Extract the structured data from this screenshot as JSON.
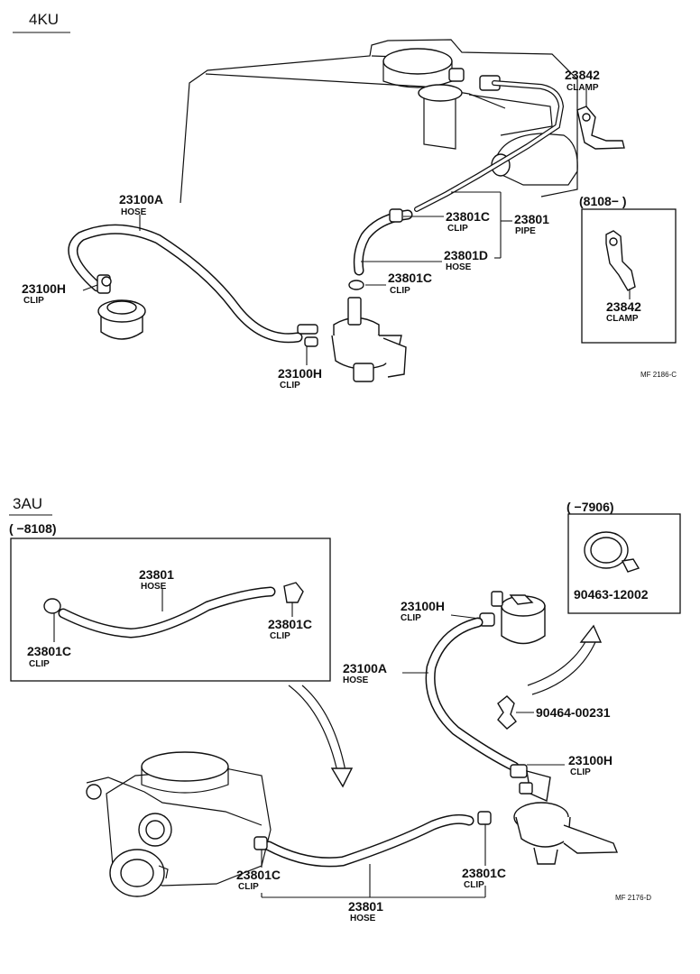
{
  "sections": {
    "top": {
      "title": "4KU",
      "code": "MF 2186-C"
    },
    "bottom": {
      "title": "3AU",
      "code": "MF 2176-D"
    }
  },
  "top_labels": {
    "l23842a": {
      "pn": "23842",
      "nm": "CLAMP"
    },
    "l23100a": {
      "pn": "23100A",
      "nm": "HOSE"
    },
    "l23801c1": {
      "pn": "23801C",
      "nm": "CLIP"
    },
    "l23801": {
      "pn": "23801",
      "nm": "PIPE"
    },
    "l23801d": {
      "pn": "23801D",
      "nm": "HOSE"
    },
    "l23801c2": {
      "pn": "23801C",
      "nm": "CLIP"
    },
    "l23100h1": {
      "pn": "23100H",
      "nm": "CLIP"
    },
    "l23100h2": {
      "pn": "23100H",
      "nm": "CLIP"
    },
    "inset_range": "(8108−      )",
    "l23842b": {
      "pn": "23842",
      "nm": "CLAMP"
    }
  },
  "bottom_labels": {
    "inset_left_range": "(      −8108)",
    "i23801": {
      "pn": "23801",
      "nm": "HOSE"
    },
    "i23801c_l": {
      "pn": "23801C",
      "nm": "CLIP"
    },
    "i23801c_r": {
      "pn": "23801C",
      "nm": "CLIP"
    },
    "inset_right_range": "(      −7906)",
    "p90463": "90463-12002",
    "l23100h1": {
      "pn": "23100H",
      "nm": "CLIP"
    },
    "l23100a": {
      "pn": "23100A",
      "nm": "HOSE"
    },
    "p90464": "90464-00231",
    "l23100h2": {
      "pn": "23100H",
      "nm": "CLIP"
    },
    "l23801c_l": {
      "pn": "23801C",
      "nm": "CLIP"
    },
    "l23801c_r": {
      "pn": "23801C",
      "nm": "CLIP"
    },
    "l23801": {
      "pn": "23801",
      "nm": "HOSE"
    }
  }
}
